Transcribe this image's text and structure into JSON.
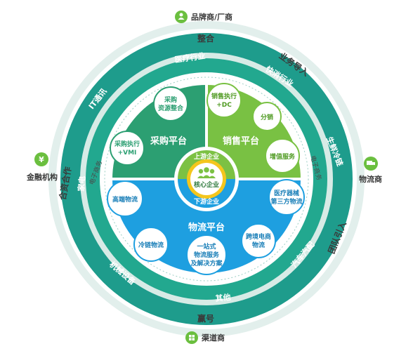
{
  "external": {
    "top": "品牌商/厂商",
    "bottom": "渠道商",
    "left": "金融机构",
    "right": "物流商"
  },
  "outer_ring": {
    "top": "整合",
    "bottom": "赢号",
    "left": "合资合作",
    "top_right": "业务导入",
    "right": "团队引入"
  },
  "industry_ring": {
    "medical": "医疗行业",
    "fmcg": "快消行业",
    "cold": "生鲜冷链",
    "it": "IT通讯",
    "appliance": "家电",
    "machinery": "机械设备",
    "other": "其他",
    "auto": "汽车汽配"
  },
  "inner_ring": {
    "left_ecommerce": "电子商务",
    "right_ecommerce": "电子商务"
  },
  "platforms": {
    "procurement": "采购平台",
    "sales": "销售平台",
    "logistics": "物流平台"
  },
  "core": {
    "upstream": "上游企业",
    "center": "核心企业",
    "downstream": "下游企业"
  },
  "bubbles": {
    "purchase_integration": [
      "采购",
      "资源整合"
    ],
    "purchase_vmi": [
      "采购执行",
      "+VMI"
    ],
    "sales_dc": [
      "销售执行",
      "+DC"
    ],
    "distribution": [
      "分销"
    ],
    "value_added": [
      "增值服务"
    ],
    "high_end": [
      "高端物流"
    ],
    "medical_3pl": [
      "医疗器械",
      "第三方物流"
    ],
    "cold_chain": [
      "冷链物流"
    ],
    "one_stop": [
      "一站式",
      "物流服务",
      "及解决方案"
    ],
    "cross_border": [
      "跨境电商",
      "物流"
    ]
  },
  "colors": {
    "outer_ring": "#1e9c8c",
    "outer_ring_light": "#cfe9e4",
    "green": "#6bbf3f",
    "teal_band": "#1aa190",
    "blue": "#1d9bdd",
    "teal_platform": "#2f9f6e",
    "sales_green": "#7cc143",
    "core_yellow": "#f2c21b",
    "core_green": "#7cc143"
  }
}
